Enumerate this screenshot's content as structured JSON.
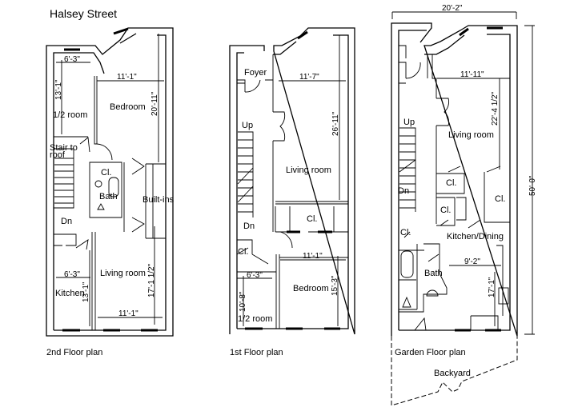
{
  "title": "Halsey Street",
  "plans": {
    "second": {
      "caption": "2nd Floor plan",
      "rooms": {
        "half_room": "1/2 room",
        "bedroom": "Bedroom",
        "stair_1": "Stair to",
        "stair_2": "roof",
        "closet": "Cl.",
        "bath": "Bath",
        "builtins": "Built-ins",
        "down": "Dn",
        "kitchen": "Kitchen",
        "living": "Living room"
      },
      "dims": {
        "half_w": "6'-3\"",
        "half_h": "13'-1\"",
        "bed_w": "11'-1\"",
        "bed_h": "20'-11\"",
        "kit_w": "6'-3\"",
        "kit_h": "13'-1\"",
        "liv_h": "17'-1 1/2\"",
        "liv_w": "11'-1\""
      }
    },
    "first": {
      "caption": "1st Floor plan",
      "rooms": {
        "foyer": "Foyer",
        "up": "Up",
        "living": "Living room",
        "closet": "Cl.",
        "down": "Dn",
        "closet2": "Cl.",
        "bedroom": "Bedroom",
        "half_room": "1/2 room"
      },
      "dims": {
        "liv_w": "11'-7\"",
        "liv_h": "26'-11\"",
        "bed_w": "11'-1\"",
        "half_w": "6'-3\"",
        "half_h": "10'-8\"",
        "bed_h": "15'-3\""
      }
    },
    "garden": {
      "caption": "Garden Floor plan",
      "rooms": {
        "up": "Up",
        "living": "Living room",
        "down": "Dn",
        "cl1": "Cl.",
        "cl2": "Cl.",
        "cl3": "Cl.",
        "cl4": "Cl.",
        "kitchen": "Kitchen/Dining",
        "bath": "Bath",
        "backyard": "Backyard"
      },
      "dims": {
        "total_w": "20'-2\"",
        "total_l": "50'-0\"",
        "liv_w": "11'-11\"",
        "liv_h": "22'-4 1/2\"",
        "kit_w": "9'-2\"",
        "kit_h": "17'-1\""
      }
    }
  }
}
